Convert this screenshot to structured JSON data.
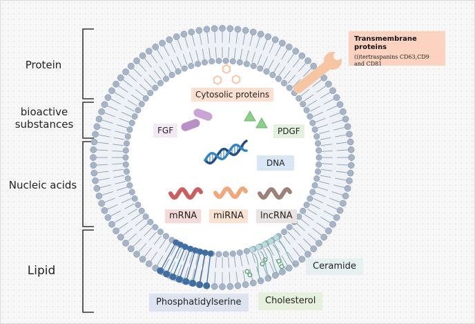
{
  "categories": {
    "protein": "Protein",
    "bioactive": "bioactive\nsubstances",
    "nucleic": "Nucleic acids",
    "lipid": "Lipid"
  },
  "transmembrane": {
    "title": "Transmembrane proteins",
    "desc": "(i)tertraspanins CD63,CD9 and CD81"
  },
  "labels": {
    "cytosolic": "Cytosolic proteins",
    "fgf": "FGF",
    "pdgf": "PDGF",
    "dna": "DNA",
    "mrna": "mRNA",
    "mirna": "miRNA",
    "lncrna": "lncRNA",
    "ceramide": "Ceramide",
    "phosphatidylserine": "Phosphatidylserine",
    "cholesterol": "Cholesterol"
  },
  "colors": {
    "bead": "#a5b4c7",
    "bead_stroke": "#7e8fa7",
    "tail": "#8d9db2",
    "interior": "#ffffff",
    "cytosolic_bg": "#fde0cf",
    "fgf_bg": "#f3e9f5",
    "pdgf_bg": "#e3f1de",
    "dna_bg": "#d8e6f6",
    "mrna_bg": "#f6dada",
    "mirna_bg": "#fbe3d3",
    "lncrna_bg": "#e9e4e2",
    "ceramide_bg": "#e6f0f0",
    "phosphatidylserine_bg": "#dde4ef",
    "cholesterol_bg": "#e7efdd",
    "mrna_color": "#c9605f",
    "mirna_color": "#f0a77a",
    "lncrna_color": "#9c8179",
    "hexagon": "#f8c7a6",
    "fgf_pill": "#b88fc6",
    "pdgf_triangle": "#8bd08a",
    "dna_strand": "#214d86",
    "dna_strand2": "#2f87c8",
    "ps_head": "#3f6ea0",
    "chol": "#6aa878",
    "ceramide_color": "#7ab3b3",
    "wrench": "#f6c6a3"
  },
  "icons": [
    "hexagon-protein-icon",
    "fgf-pill-icon",
    "pdgf-triangle-icon",
    "dna-helix-icon",
    "rna-wave-icon",
    "wrench-icon"
  ]
}
